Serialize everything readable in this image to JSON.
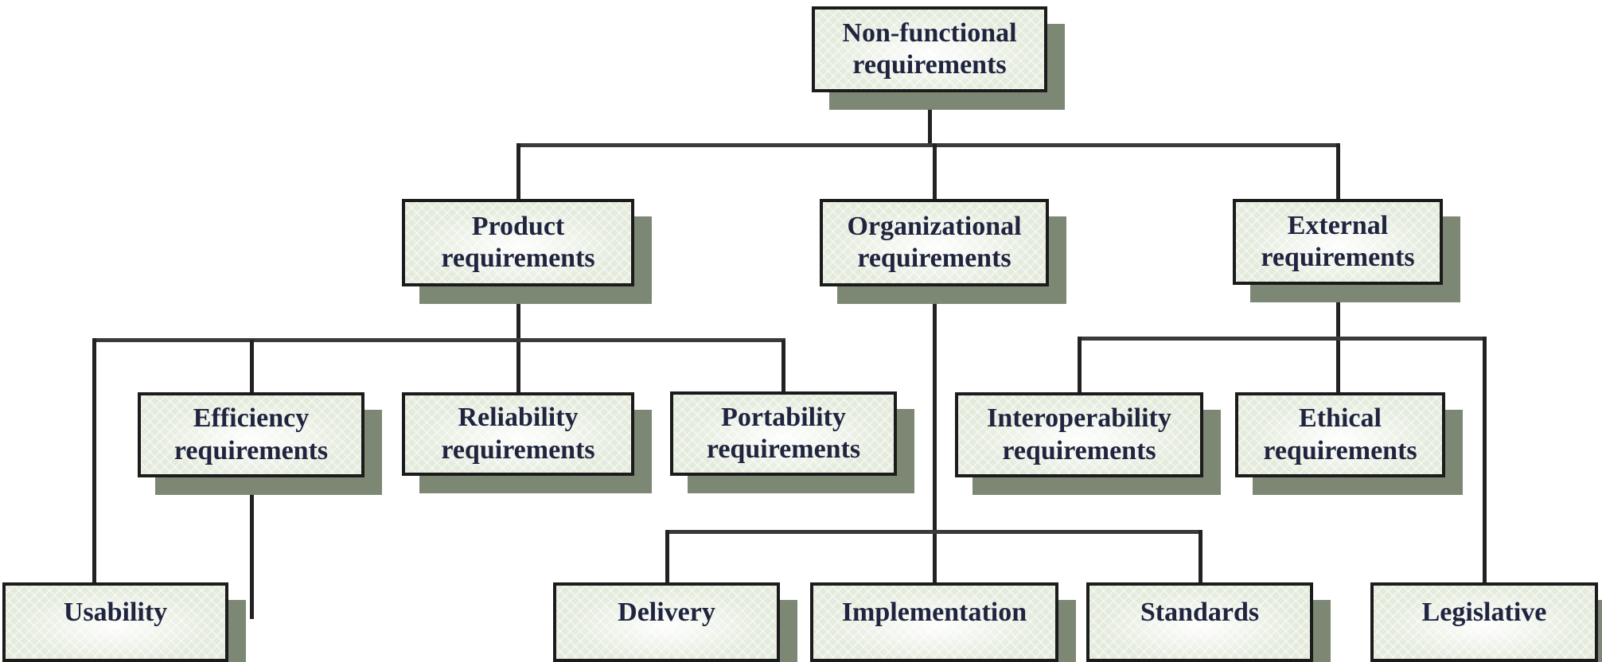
{
  "diagram": {
    "nodes": {
      "root": {
        "line1": "Non-functional",
        "line2": "requirements"
      },
      "product": {
        "line1": "Product",
        "line2": "requirements"
      },
      "organizational": {
        "line1": "Organizational",
        "line2": "requirements"
      },
      "external": {
        "line1": "External",
        "line2": "requirements"
      },
      "efficiency": {
        "line1": "Efficiency",
        "line2": "requirements"
      },
      "reliability": {
        "line1": "Reliability",
        "line2": "requirements"
      },
      "portability": {
        "line1": "Portability",
        "line2": "requirements"
      },
      "interoperability": {
        "line1": "Interoperability",
        "line2": "requirements"
      },
      "ethical": {
        "line1": "Ethical",
        "line2": "requirements"
      },
      "usability": {
        "line1": "Usability"
      },
      "delivery": {
        "line1": "Delivery"
      },
      "implementation": {
        "line1": "Implementation"
      },
      "standards": {
        "line1": "Standards"
      },
      "legislative": {
        "line1": "Legislative"
      }
    },
    "colors": {
      "background": "#ffffff",
      "box_fill": "#e4ebdc",
      "box_border": "#1b1b1b",
      "box_shadow": "#7d8874",
      "connector_line": "#3a3a3a",
      "text": "#20243f"
    }
  }
}
